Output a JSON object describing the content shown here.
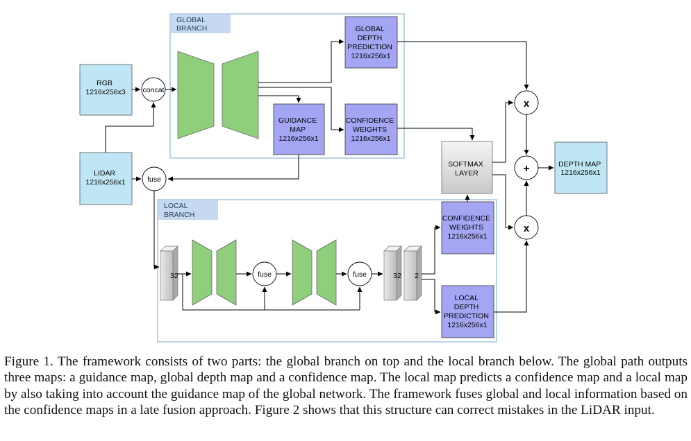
{
  "diagram": {
    "global_branch_label": [
      "GLOBAL",
      "BRANCH"
    ],
    "local_branch_label": [
      "LOCAL",
      "BRANCH"
    ],
    "rgb": [
      "RGB",
      "1216x256x3"
    ],
    "lidar": [
      "LIDAR",
      "1216x256x1"
    ],
    "concat": "concat",
    "fuse": "fuse",
    "global_depth_prediction": [
      "GLOBAL",
      "DEPTH",
      "PREDICTION",
      "1216x256x1"
    ],
    "guidance_map": [
      "GUIDANCE",
      "MAP",
      "1216x256x1"
    ],
    "global_confidence_weights": [
      "CONFIDENCE",
      "WEIGHTS",
      "1216x256x1"
    ],
    "softmax_layer": [
      "SOFTMAX",
      "LAYER"
    ],
    "depth_map": [
      "DEPTH MAP",
      "1216x256x1"
    ],
    "local_confidence_weights": [
      "CONFIDENCE",
      "WEIGHTS",
      "1216x256x1"
    ],
    "local_depth_prediction": [
      "LOCAL",
      "DEPTH",
      "PREDICTION",
      "1216x256x1"
    ],
    "multiply_symbol": "x",
    "add_symbol": "+",
    "channels_32": "32",
    "channels_2": "2"
  },
  "caption": "Figure 1. The framework consists of two parts: the global branch on top and the local branch below. The global path outputs three maps: a guidance map, global depth map and a confidence map. The local map predicts a confidence map and a local map by also taking into account the guidance map of the global network. The framework fuses global and local information based on the confidence maps in a late fusion approach. Figure 2 shows that this structure can correct mistakes in the LiDAR input.",
  "colors": {
    "input_box": "#bfe6f5",
    "output_box": "#a4a6f4",
    "network": "#8fce7a",
    "softmax": "#d8d8d8",
    "branch_border": "#8fb6d6",
    "branch_label": "#c5d9f1"
  }
}
